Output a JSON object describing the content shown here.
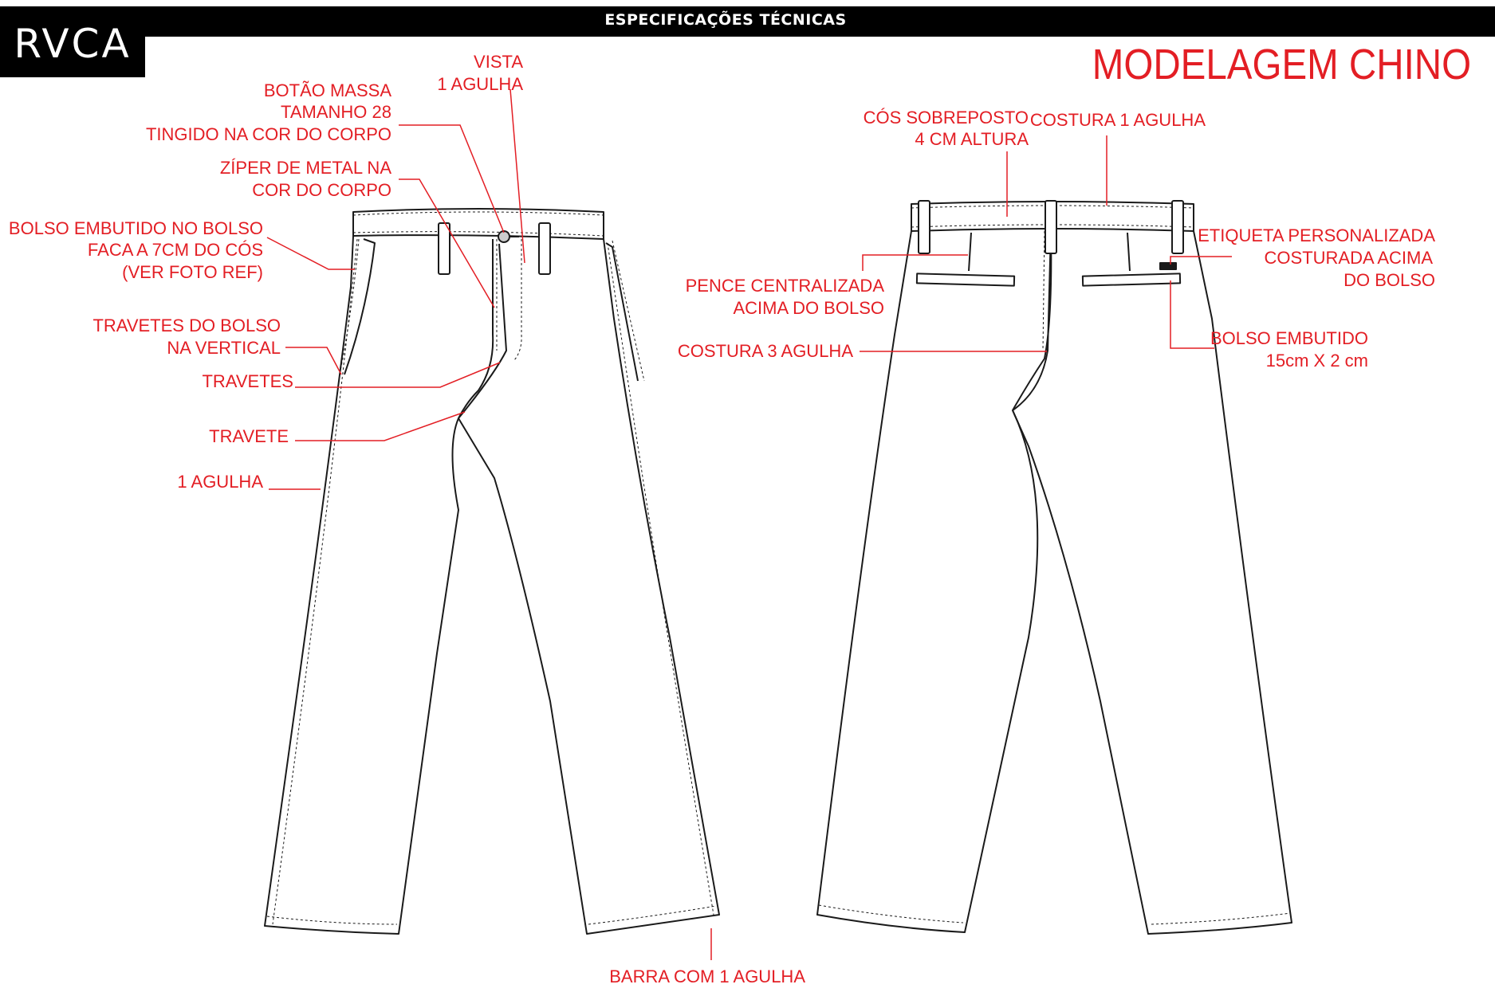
{
  "header": {
    "logo_text": "RVCA",
    "title": "ESPECIFICAÇÕES TÉCNICAS",
    "model_title": "MODELAGEM CHINO"
  },
  "front_labels": {
    "vista": [
      "VISTA",
      "1 AGULHA"
    ],
    "botao": [
      "BOTÃO MASSA",
      "TAMANHO 28",
      "TINGIDO NA COR DO CORPO"
    ],
    "ziper": [
      "ZÍPER DE METAL NA",
      "COR DO CORPO"
    ],
    "bolso_embutido": [
      "BOLSO EMBUTIDO NO BOLSO",
      "FACA A 7CM DO CÓS",
      "(VER FOTO REF)"
    ],
    "travetes_bolso": [
      "TRAVETES DO BOLSO",
      "NA VERTICAL"
    ],
    "travetes": "TRAVETES",
    "travete": "TRAVETE",
    "uma_agulha": "1 AGULHA",
    "barra": "BARRA COM 1 AGULHA"
  },
  "back_labels": {
    "cos": [
      "CÓS SOBREPOSTO",
      "4 CM ALTURA"
    ],
    "costura_1": "COSTURA 1 AGULHA",
    "etiqueta": [
      "ETIQUETA PERSONALIZADA",
      "COSTURADA ACIMA",
      "DO BOLSO"
    ],
    "pence": [
      "PENCE CENTRALIZADA",
      "ACIMA DO BOLSO"
    ],
    "costura_3": "COSTURA 3 AGULHA",
    "bolso_embutido": [
      "BOLSO EMBUTIDO",
      "15cm X 2 cm"
    ]
  },
  "colors": {
    "annotation": "#e31e24",
    "outline": "#1a1a1a",
    "header_bg": "#000000"
  }
}
